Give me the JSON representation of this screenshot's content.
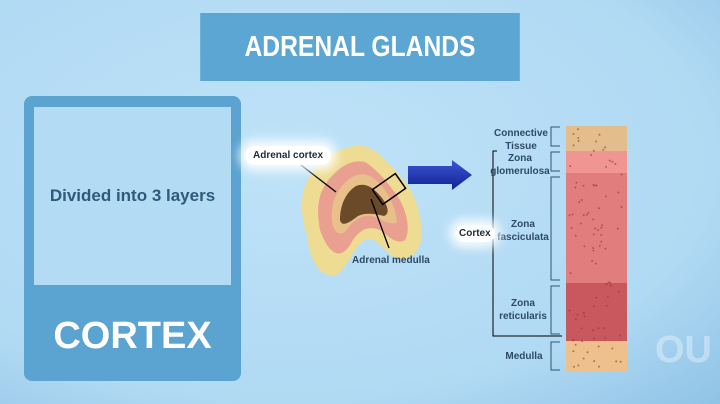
{
  "title": "ADRENAL GLANDS",
  "card": {
    "text": "Divided into 3 layers",
    "heading": "CORTEX"
  },
  "gland": {
    "cortex_label": "Adrenal cortex",
    "medulla_label": "Adrenal medulla"
  },
  "layers": {
    "connective": "Connective Tissue",
    "glomerulosa": "Zona glomerulosa",
    "fasciculata": "Zona fasciculata",
    "reticularis": "Zona reticularis",
    "medulla": "Medulla",
    "cortex": "Cortex"
  },
  "colors": {
    "title_bg": "#5ba6d2",
    "arrow": "#1a2fb0",
    "connective": "#e3bd8c",
    "glomerulosa": "#ef8f8c",
    "fasciculata": "#e27d7e",
    "reticularis": "#c8575e",
    "medulla": "#eec08c"
  }
}
